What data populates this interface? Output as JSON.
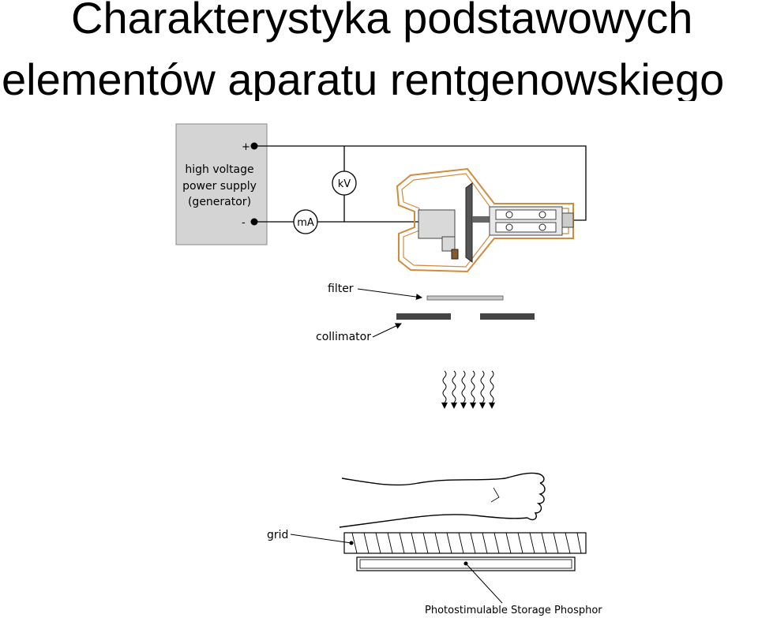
{
  "title": {
    "line1": "Charakterystyka podstawowych",
    "line2": "elementów aparatu rentgenowskiego"
  },
  "diagram": {
    "generator": {
      "line1": "high voltage",
      "line2": "power supply",
      "line3": "(generator)",
      "plus": "+",
      "minus": "-"
    },
    "meters": {
      "kv": "kV",
      "ma": "mA"
    },
    "labels": {
      "filter": "filter",
      "collimator": "collimator",
      "grid": "grid",
      "phosphor": "Photostimulable Storage Phosphor"
    },
    "colors": {
      "tube_outline": "#d08c3c",
      "generator_fill": "#d4d4d4",
      "collimator": "#444444"
    }
  }
}
